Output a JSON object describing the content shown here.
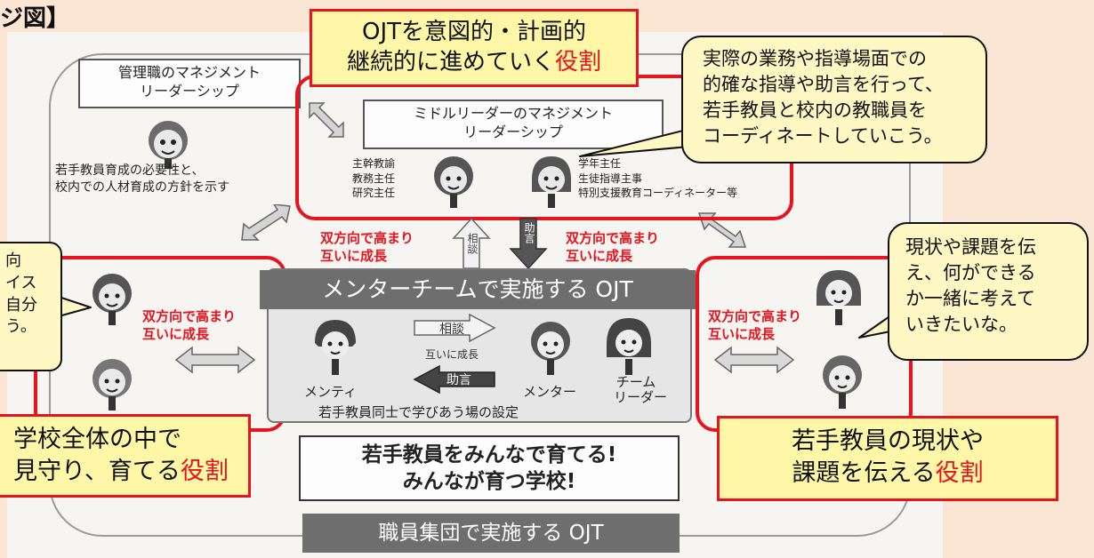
{
  "title_fragment": "ジ図】",
  "top_role": {
    "line1": "OJTを意図的・計画的",
    "line2_prefix": "継続的に進めていく",
    "line2_role": "役割"
  },
  "speech_top_right": {
    "lines": [
      "実際の業務や指導場面での",
      "的確な指導や助言を行って、",
      "若手教員と校内の教職員を",
      "コーディネートしていこう。"
    ]
  },
  "management": {
    "lines": [
      "管理職のマネジメント",
      "リーダーシップ"
    ],
    "caption": [
      "若手教員育成の必要性と、",
      "校内での人材育成の方針を示す"
    ]
  },
  "middle_leader": {
    "lines": [
      "ミドルリーダーのマネジメント",
      "リーダーシップ"
    ],
    "left_roles": [
      "主幹教諭",
      "教務主任",
      "研究主任"
    ],
    "right_roles": [
      "学年主任",
      "生徒指導主事",
      "特別支援教育コーディネーター等"
    ]
  },
  "growth_labels": {
    "left_top": [
      "双方向で高まり",
      "互いに成長"
    ],
    "right_top": [
      "双方向で高まり",
      "互いに成長"
    ],
    "left_mid": [
      "双方向で高まり",
      "互いに成長"
    ],
    "right_mid": [
      "双方向で高まり",
      "互いに成長"
    ]
  },
  "vertical_arrows": {
    "up": "相談",
    "down": "助言"
  },
  "speech_left": {
    "lines": [
      "向",
      "イス",
      "自分",
      "う。"
    ]
  },
  "speech_right": {
    "lines": [
      "現状や課題を伝",
      "え、何ができる",
      "か一緒に考えて",
      "いきたいな。"
    ]
  },
  "mentor_team": {
    "title": "メンターチームで実施する OJT",
    "consult": "相談",
    "mutual": "互いに成長",
    "advice": "助言",
    "mentee": "メンティ",
    "mentor": "メンター",
    "team_leader": [
      "チーム",
      "リーダー"
    ],
    "setting": "若手教員同士で学びあう場の設定"
  },
  "left_role": {
    "line1": "学校全体の中で",
    "line2_prefix": "見守り、育てる",
    "line2_role": "役割"
  },
  "right_role": {
    "line1": "若手教員の現状や",
    "line2_prefix": "課題を伝える",
    "line2_role": "役割"
  },
  "slogan": [
    "若手教員をみんなで育てる!",
    "みんなが育つ学校!"
  ],
  "staff_ojt": "職員集団で実施する OJT",
  "colors": {
    "red": "#e8141d",
    "yellow": "#fff7a8",
    "bubble": "#fff7c4",
    "banner": "#6e6e6e"
  }
}
